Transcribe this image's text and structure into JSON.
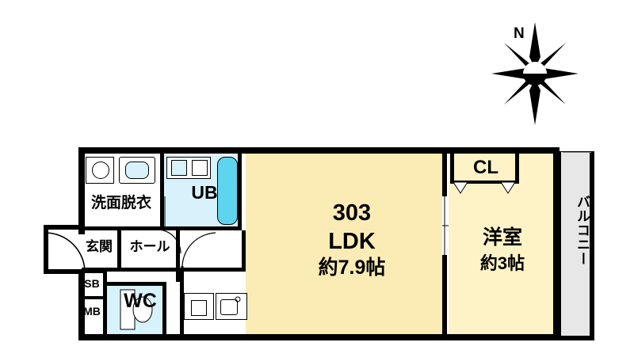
{
  "plan": {
    "unit_number": "303",
    "compass_label": "N",
    "rooms": [
      {
        "id": "ldk",
        "name": "LDK",
        "area": "約7.9帖",
        "unit_label": "303"
      },
      {
        "id": "washroom",
        "name": "洗面脱衣",
        "area": ""
      },
      {
        "id": "ub",
        "name": "UB",
        "area": ""
      },
      {
        "id": "genkan",
        "name": "玄関",
        "area": ""
      },
      {
        "id": "hall",
        "name": "ホール",
        "area": ""
      },
      {
        "id": "wc",
        "name": "WC",
        "area": ""
      },
      {
        "id": "sb",
        "name": "SB",
        "area": ""
      },
      {
        "id": "mb",
        "name": "MB",
        "area": ""
      },
      {
        "id": "western",
        "name": "洋室",
        "area": "約3帖"
      },
      {
        "id": "closet",
        "name": "CL",
        "area": ""
      },
      {
        "id": "balcony",
        "name": "バルコニー",
        "area": ""
      }
    ],
    "colors": {
      "floor_ldk": "#fbecb5",
      "floor_room": "#fdf3c6",
      "water_area": "#d8f2fb",
      "balcony": "#e7e7e7",
      "wall": "#000000"
    }
  }
}
